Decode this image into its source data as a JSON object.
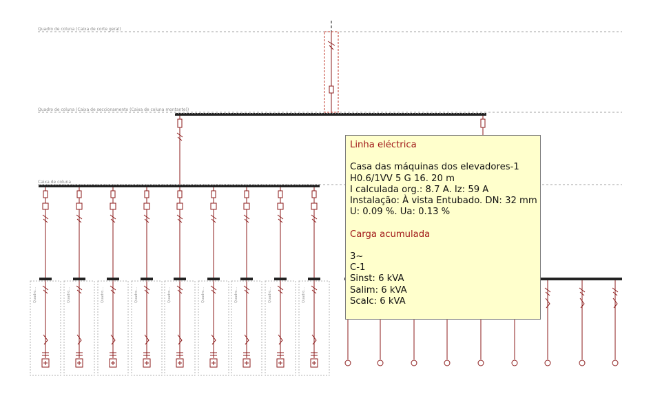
{
  "diagram": {
    "zone_labels": [
      "Quadro de coluna (Caixa de corte geral)",
      "Quadro de coluna (Caixa de seccionamento (Caixa de coluna montante))",
      "Caixa de coluna"
    ],
    "supply_labels": [
      "Quadro...",
      "Quadro...",
      "Quadro...",
      "Quadro...",
      "Quadro...",
      "Quadro...",
      "Quadro...",
      "Quadro...",
      "Quadro..."
    ],
    "colors": {
      "wire": "#8b1a1a",
      "bus": "#111111",
      "dashed": "#a0a0a0",
      "selection": "#c0392b"
    }
  },
  "tooltip": {
    "title": "Linha eléctrica",
    "line_name": "Casa das máquinas dos elevadores-1",
    "cable": "H0.6/1VV 5 G 16. 20 m",
    "current": "I calculada org.: 8.7 A. Iz: 59 A",
    "installation": "Instalação: À vista Entubado. DN: 32 mm",
    "voltage_drop": "U: 0.09 %. Ua: 0.13 %",
    "load_title": "Carga acumulada",
    "phase": "3~",
    "circuit": "C-1",
    "sinst": "Sinst: 6 kVA",
    "salim": "Salim: 6 kVA",
    "scalc": "Scalc: 6 kVA"
  }
}
